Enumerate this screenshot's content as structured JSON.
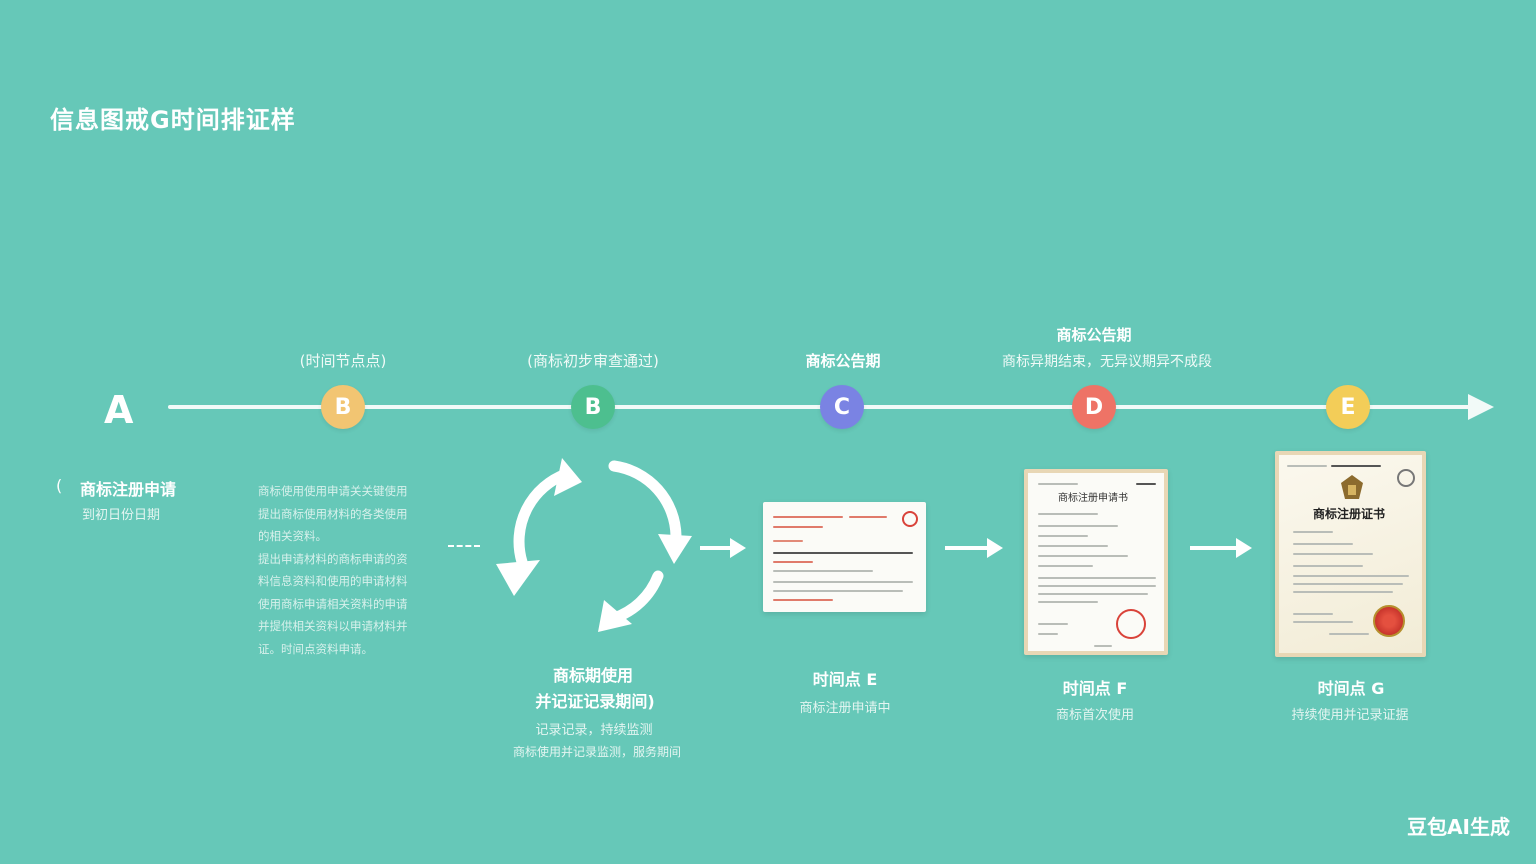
{
  "header": {
    "title": "信息图戒G时间排证样"
  },
  "timeline": {
    "start_letter": "A",
    "nodes": [
      {
        "letter": "B",
        "color": "#f2c572",
        "top_label": "(时间节点点)"
      },
      {
        "letter": "B",
        "color": "#4dbf8f",
        "top_label": "(商标初步审查通过)"
      },
      {
        "letter": "C",
        "color": "#7a83e3",
        "top_label": "商标公告期"
      },
      {
        "letter": "D",
        "color": "#ee7366",
        "top_label": "商标公告期",
        "top_sub": "商标异期结束，无异议期异不成段"
      },
      {
        "letter": "E",
        "color": "#f3cd58",
        "top_label": ""
      }
    ]
  },
  "start_block": {
    "bullet": "(",
    "title": "商标注册申请",
    "subtitle": "到初日份日期"
  },
  "paragraph": {
    "lines": [
      "商标使用使用申请关关键使用",
      "提出商标使用材料的各类使用",
      "的相关资料。",
      "提出申请材料的商标申请的资",
      "料信息资料和使用的申请材料",
      "使用商标申请相关资料的申请",
      "并提供相关资料以申请材料并",
      "证。时间点资料申请。"
    ]
  },
  "cycle_block": {
    "title_line1": "商标期使用",
    "title_line2": "并记证记录期间)",
    "sub_line1": "记录记录，持续监测",
    "sub_line2": "商标使用并记录监测，服务期间"
  },
  "doc_e": {
    "label": "时间点 E",
    "sub": "商标注册申请中"
  },
  "doc_f": {
    "label": "时间点 F",
    "sub": "商标首次使用",
    "title": "商标注册申请书"
  },
  "doc_g": {
    "label": "时间点 G",
    "sub": "持续使用并记录证据",
    "title": "商标注册证书"
  },
  "watermark": {
    "text": "豆包AI生成"
  }
}
